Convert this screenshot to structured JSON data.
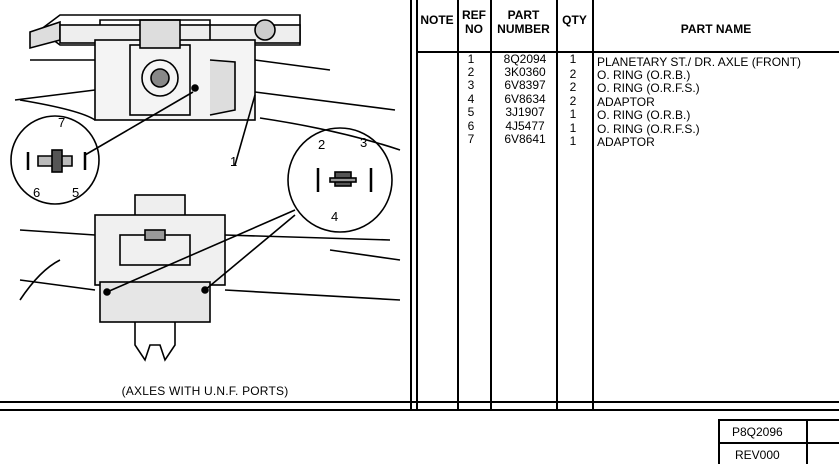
{
  "illustration": {
    "caption": "(AXLES WITH U.N.F. PORTS)",
    "callouts": [
      "1",
      "2",
      "3",
      "4",
      "5",
      "6",
      "7"
    ]
  },
  "table": {
    "headers": {
      "note": "NOTE",
      "ref_no": "REF NO",
      "part_number": "PART NUMBER",
      "qty": "QTY",
      "part_name": "PART NAME"
    },
    "rows": [
      {
        "ref": "1",
        "part_number": "8Q2094",
        "qty": "1",
        "name": "PLANETARY ST./ DR. AXLE (FRONT)"
      },
      {
        "ref": "2",
        "part_number": "3K0360",
        "qty": "2",
        "name": "O. RING (O.R.B.)"
      },
      {
        "ref": "3",
        "part_number": "6V8397",
        "qty": "2",
        "name": "O. RING (O.R.F.S.)"
      },
      {
        "ref": "4",
        "part_number": "6V8634",
        "qty": "2",
        "name": "ADAPTOR"
      },
      {
        "ref": "5",
        "part_number": "3J1907",
        "qty": "1",
        "name": "O. RING (O.R.B.)"
      },
      {
        "ref": "6",
        "part_number": "4J5477",
        "qty": "1",
        "name": "O. RING (O.R.F.S.)"
      },
      {
        "ref": "7",
        "part_number": "6V8641",
        "qty": "1",
        "name": "ADAPTOR"
      }
    ]
  },
  "title_block": {
    "drawing_number": "P8Q2096",
    "revision": "REV000"
  }
}
